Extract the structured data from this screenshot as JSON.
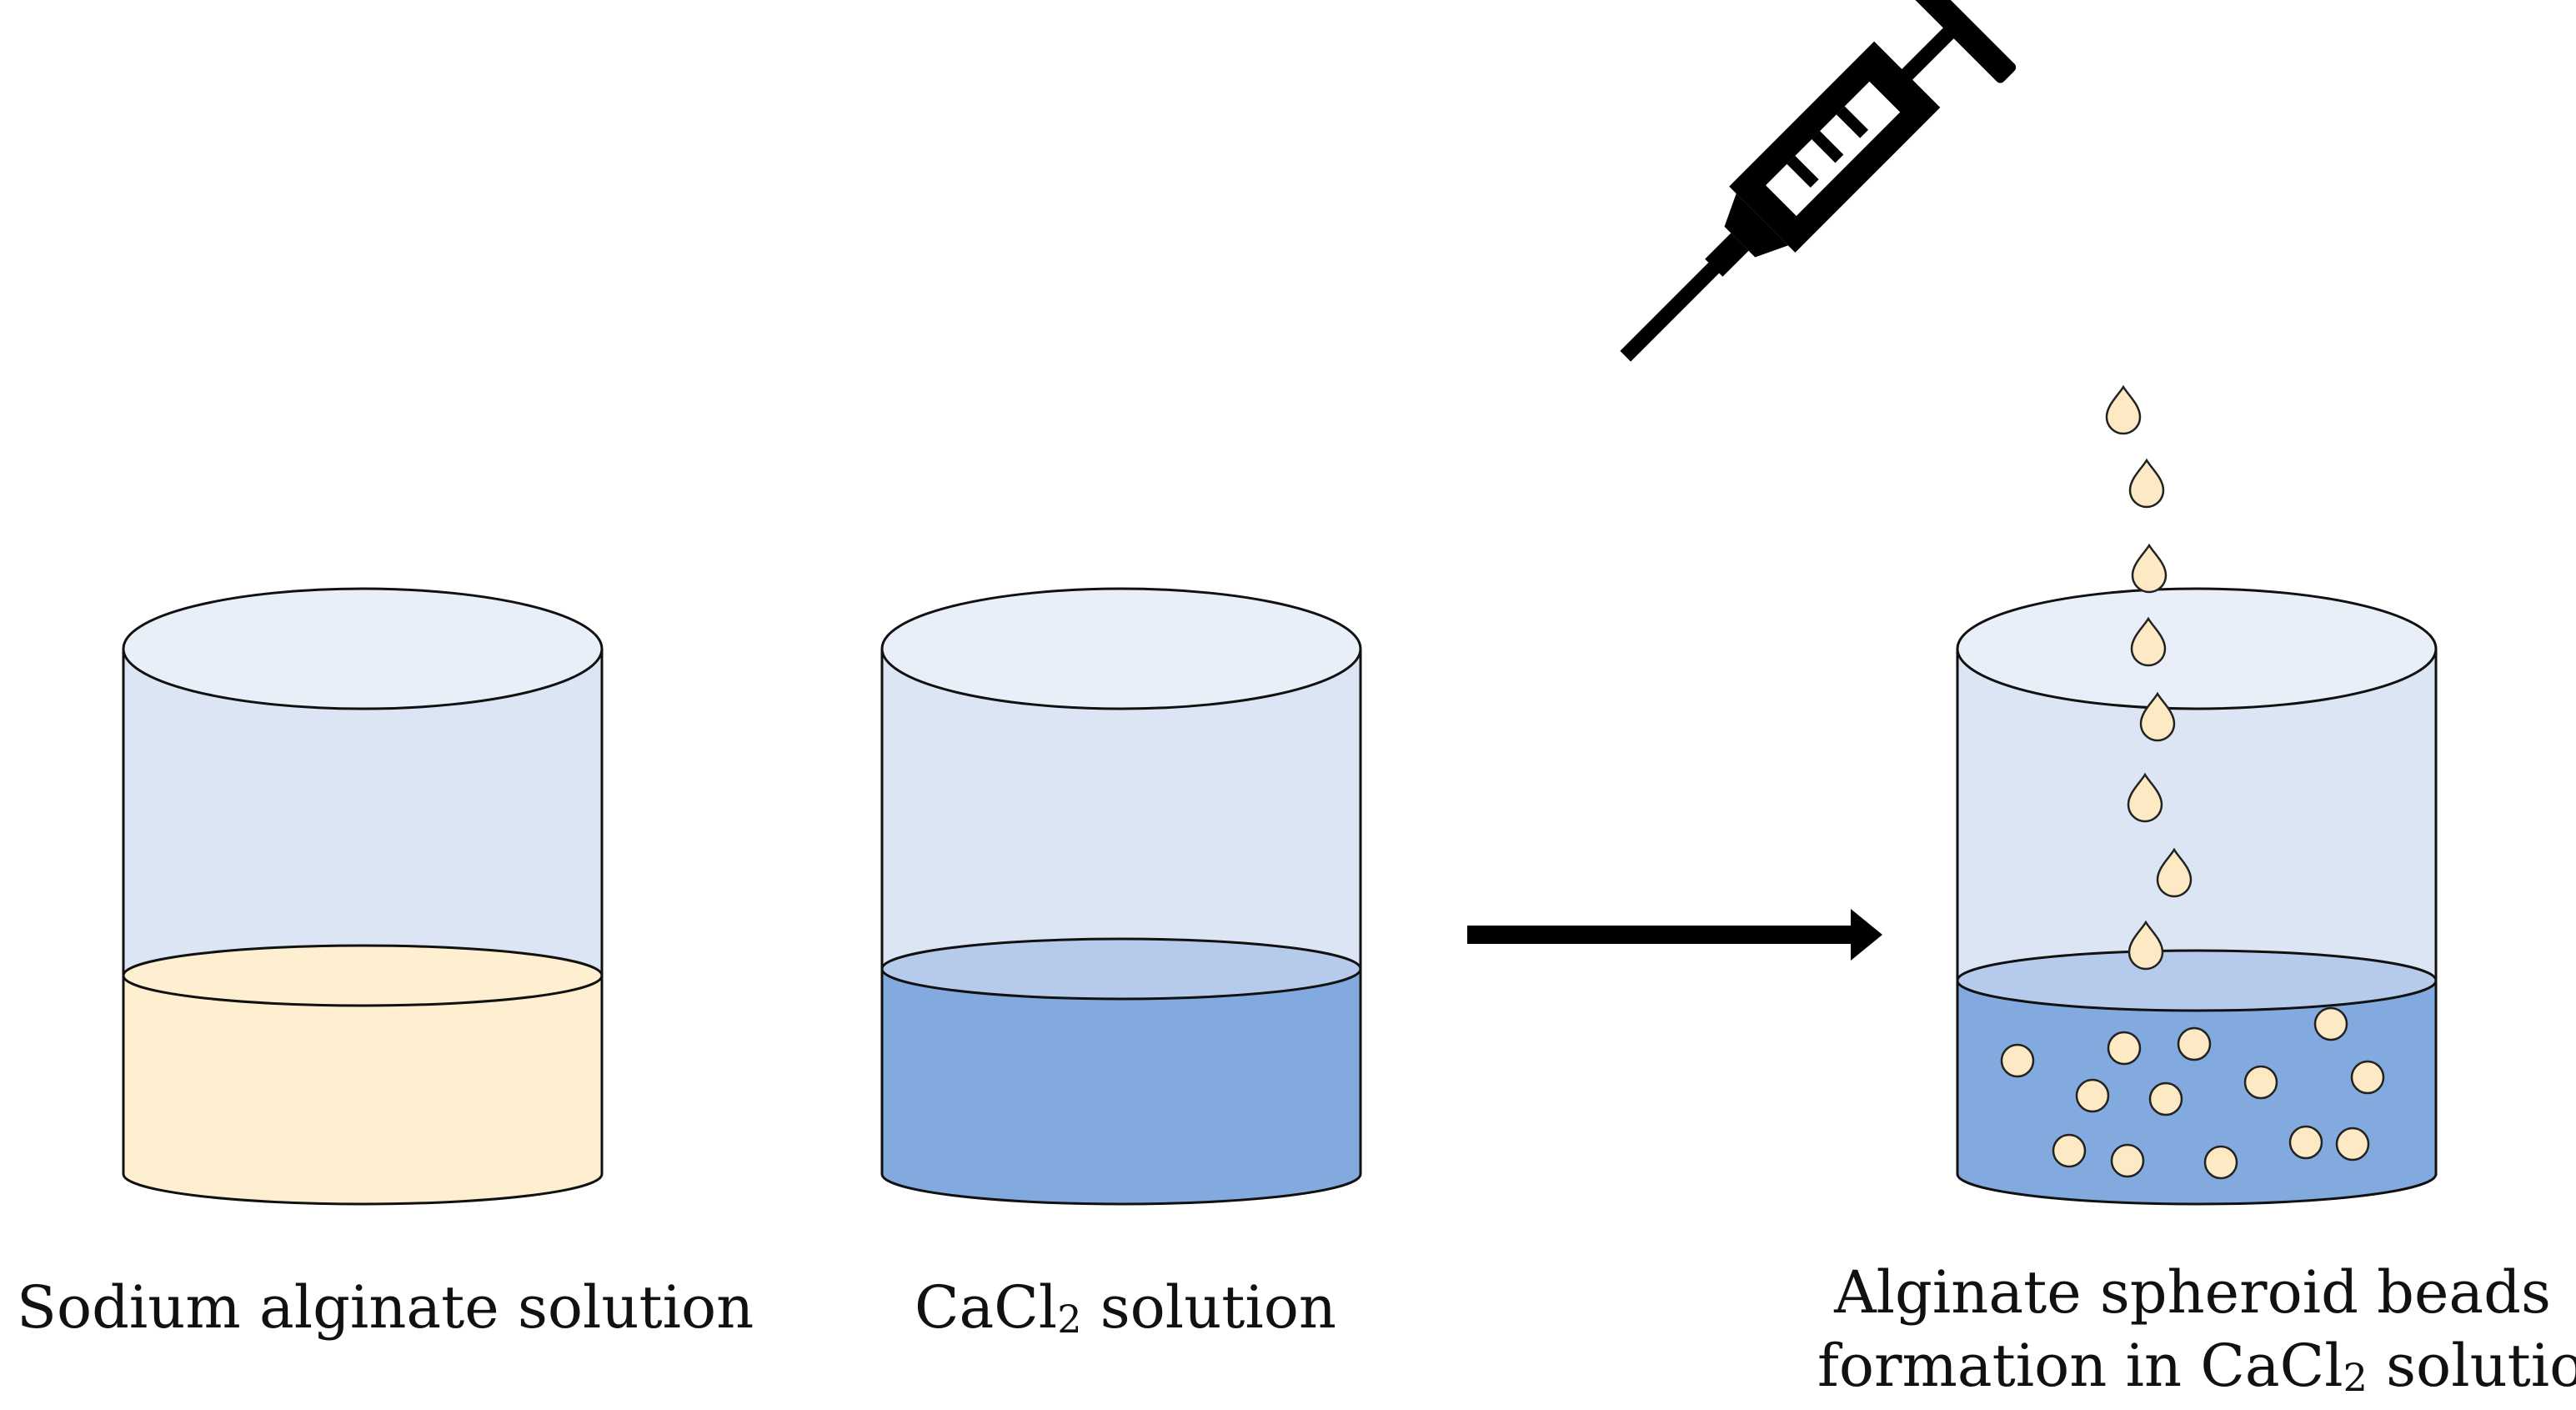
{
  "labels": {
    "beaker1": "Sodium alginate solution",
    "beaker2_pre": "CaCl",
    "beaker2_sub": "2",
    "beaker2_post": " solution",
    "beaker3_line1": "Alginate spheroid beads",
    "beaker3_line2_pre": "formation in CaCl",
    "beaker3_line2_sub": "2",
    "beaker3_line2_post": " solution"
  },
  "colors": {
    "glass": "#dbe5f4",
    "glass_top": "#e9eff9",
    "alginate": "#fdefcf",
    "cacl2": "#82aadf",
    "cacl2_surface": "#b6cbeb",
    "bead": "#fde9c3",
    "outline": "#111111"
  },
  "icons": {
    "syringe": "syringe-icon",
    "arrow": "arrow-right-icon"
  }
}
